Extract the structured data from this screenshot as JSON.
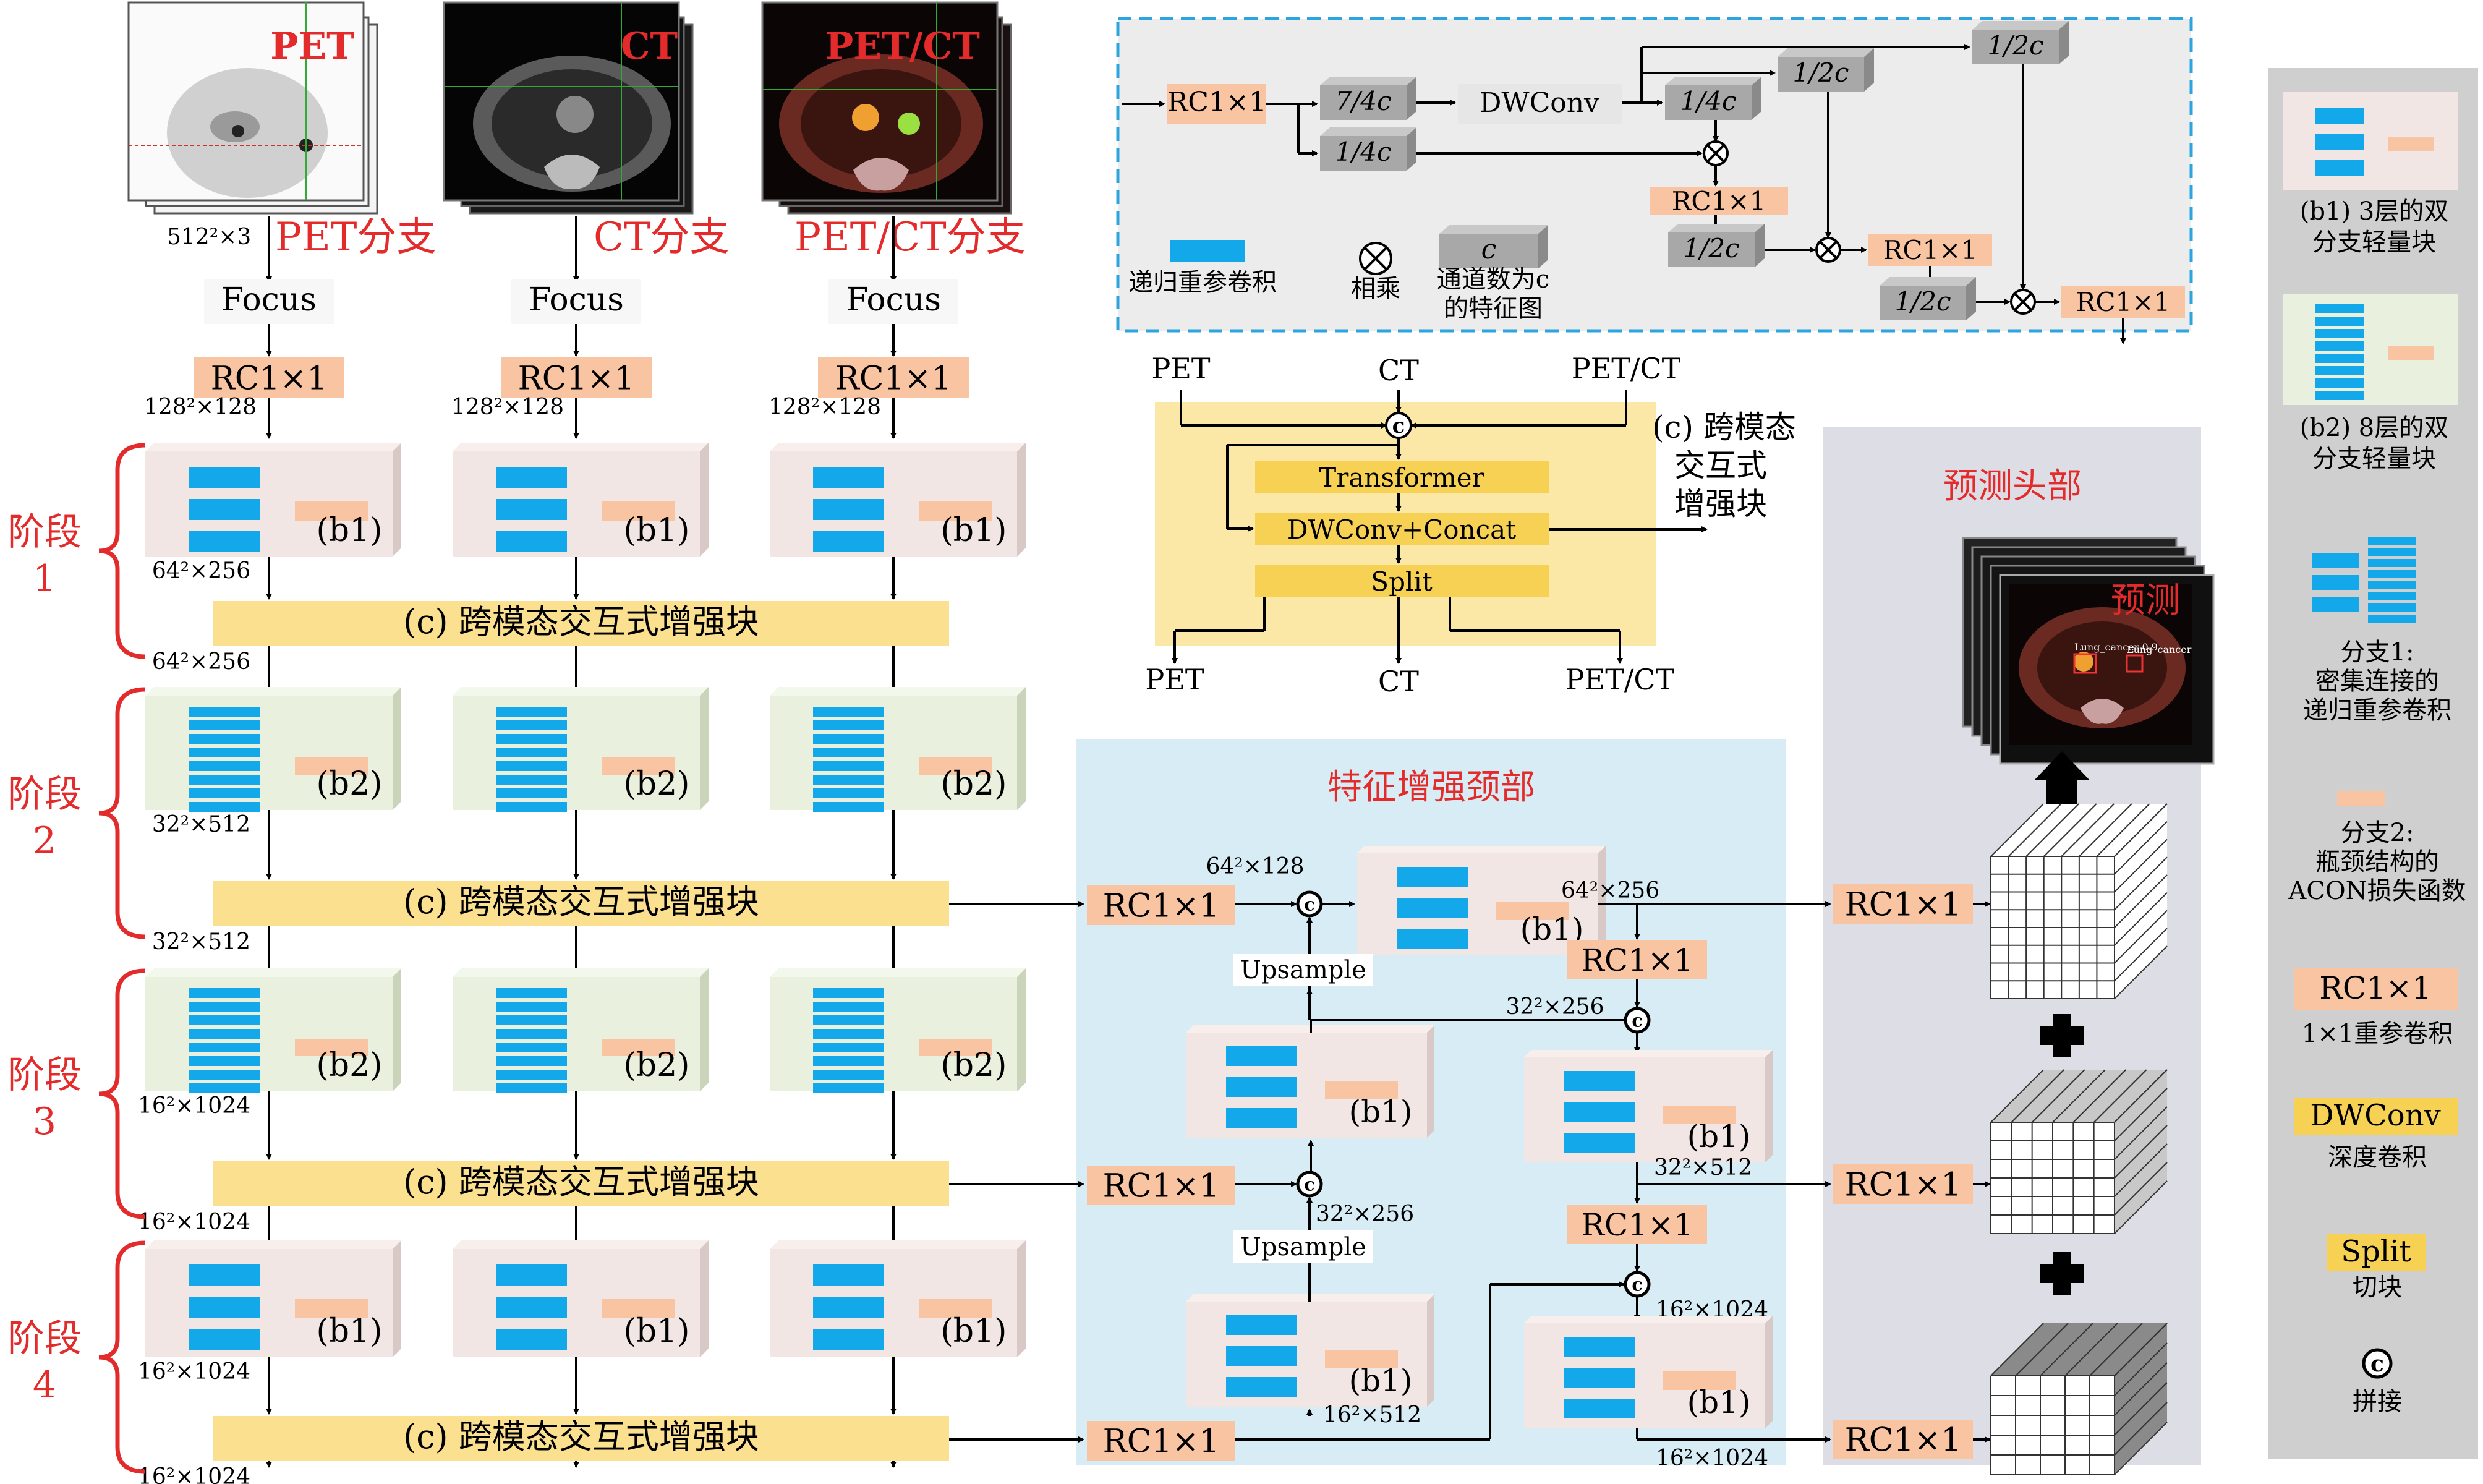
{
  "colors": {
    "blue": "#12a8ea",
    "orange": "#f8c4a2",
    "yellow": "#fbe08f",
    "yellow_dark": "#f6d154",
    "red": "#e32b2b",
    "gray_block": "#a8a8a8",
    "panel_b1": "#f2e6e4",
    "panel_b2": "#e9f0de",
    "neck_bg": "#d8ecf5",
    "head_bg": "#dddde6",
    "legend_bg": "#cfcfcf",
    "detail_bg": "#ececec",
    "detail_border": "#2ba4e0"
  },
  "inputs": [
    {
      "image_label": "PET",
      "branch_label": "PET分支"
    },
    {
      "image_label": "CT",
      "branch_label": "CT分支"
    },
    {
      "image_label": "PET/CT",
      "branch_label": "PET/CT分支"
    }
  ],
  "input_size": "512²×3",
  "focus_label": "Focus",
  "rc_label": "RC1×1",
  "dim_after_rc": "128²×128",
  "b1_label": "(b1)",
  "b2_label": "(b2)",
  "cmeb_label": "(c) 跨模态交互式增强块",
  "stages": [
    {
      "name": "阶段",
      "num": "1",
      "block": "(b1)",
      "dim_in": "64²×256",
      "dim_out": "64²×256"
    },
    {
      "name": "阶段",
      "num": "2",
      "block": "(b2)",
      "dim_in": "32²×512",
      "dim_out": "32²×512"
    },
    {
      "name": "阶段",
      "num": "3",
      "block": "(b2)",
      "dim_in": "16²×1024",
      "dim_out": "16²×1024"
    },
    {
      "name": "阶段",
      "num": "4",
      "block": "(b1)",
      "dim_in": "16²×1024",
      "dim_out": "16²×1024"
    }
  ],
  "detail": {
    "rc": "RC1×1",
    "c74": "7/4c",
    "dwconv": "DWConv",
    "c14a": "1/4c",
    "c14b": "1/4c",
    "c12a": "1/2c",
    "c12b": "1/2c",
    "c12c": "1/2c",
    "c12top": "1/2c",
    "rc2": "RC1×1",
    "rc3": "RC1×1",
    "rc4": "RC1×1",
    "legend_rc": "递归重参卷积",
    "legend_mul": "相乘",
    "legend_c": "c",
    "legend_ch1": "通道数为c",
    "legend_ch2": "的特征图"
  },
  "cmeb": {
    "pet": "PET",
    "ct": "CT",
    "petct": "PET/CT",
    "transformer": "Transformer",
    "dwconcat": "DWConv+Concat",
    "split": "Split",
    "title_lines": [
      "(c) 跨模态",
      "交互式",
      "增强块"
    ]
  },
  "neck": {
    "title": "特征增强颈部",
    "upsample": "Upsample",
    "d_64_128": "64²×128",
    "d_64_256": "64²×256",
    "d_32_256a": "32²×256",
    "d_32_256b": "32²×256",
    "d_32_512": "32²×512",
    "d_16_1024": "16²×1024",
    "d_16_512": "16²×512",
    "d_16_1024b": "16²×1024"
  },
  "head": {
    "title": "预测头部",
    "pred": "预测",
    "det1": "Lung_cancer 0.9",
    "det2": "Lung_cancer"
  },
  "legend": {
    "b1": [
      "(b1) 3层的双",
      "分支轻量块"
    ],
    "b2": [
      "(b2) 8层的双",
      "分支轻量块"
    ],
    "branch1": [
      "分支1:",
      "密集连接的",
      "递归重参卷积"
    ],
    "branch2": [
      "分支2:",
      "瓶颈结构的",
      "ACON损失函数"
    ],
    "rc": "RC1×1",
    "rc_desc": "1×1重参卷积",
    "dw": "DWConv",
    "dw_desc": "深度卷积",
    "split": "Split",
    "split_desc": "切块",
    "concat_desc": "拼接"
  }
}
